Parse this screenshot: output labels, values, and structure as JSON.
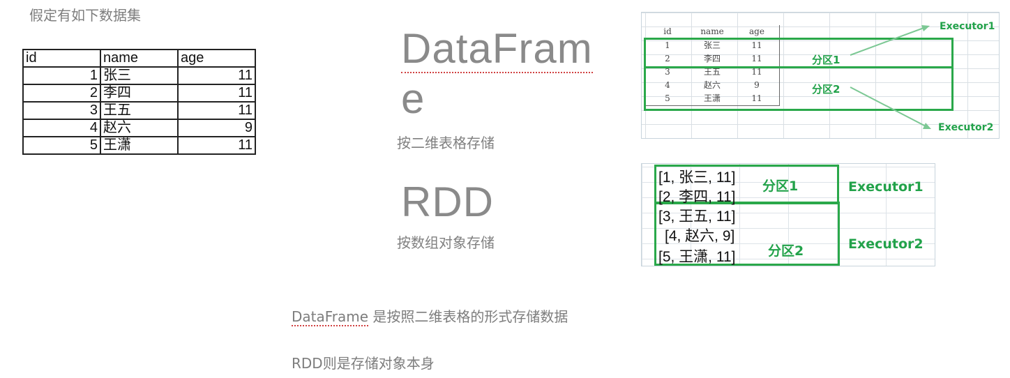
{
  "intro": "假定有如下数据集",
  "table": {
    "headers": [
      "id",
      "name",
      "age"
    ],
    "rows": [
      [
        "1",
        "张三",
        "11"
      ],
      [
        "2",
        "李四",
        "11"
      ],
      [
        "3",
        "王五",
        "11"
      ],
      [
        "4",
        "赵六",
        "9"
      ],
      [
        "5",
        "王潇",
        "11"
      ]
    ]
  },
  "dataframe": {
    "title_line1": "DataFram",
    "title_line2": "e",
    "desc": "按二维表格存储"
  },
  "rdd": {
    "title": "RDD",
    "desc": "按数组对象存储"
  },
  "df_image": {
    "headers": [
      "id",
      "name",
      "age"
    ],
    "rows": [
      [
        "1",
        "张三",
        "11"
      ],
      [
        "2",
        "李四",
        "11"
      ],
      [
        "3",
        "王五",
        "11"
      ],
      [
        "4",
        "赵六",
        "9"
      ],
      [
        "5",
        "王潇",
        "11"
      ]
    ],
    "partition1": "分区1",
    "partition2": "分区2",
    "executor1": "Executor1",
    "executor2": "Executor2"
  },
  "rdd_image": {
    "rows": [
      "[1, 张三, 11]",
      "[2, 李四, 11]",
      "[3, 王五, 11]",
      "[4, 赵六, 9]",
      "[5, 王潇, 11]"
    ],
    "partition1": "分区1",
    "partition2": "分区2",
    "executor1": "Executor1",
    "executor2": "Executor2"
  },
  "note1_prefix": "DataFrame",
  "note1_rest": " 是按照二维表格的形式存储数据",
  "note2": "RDD则是存储对象本身",
  "colors": {
    "partition_green": "#2aa84a",
    "text_gray": "#7d7d7d"
  }
}
